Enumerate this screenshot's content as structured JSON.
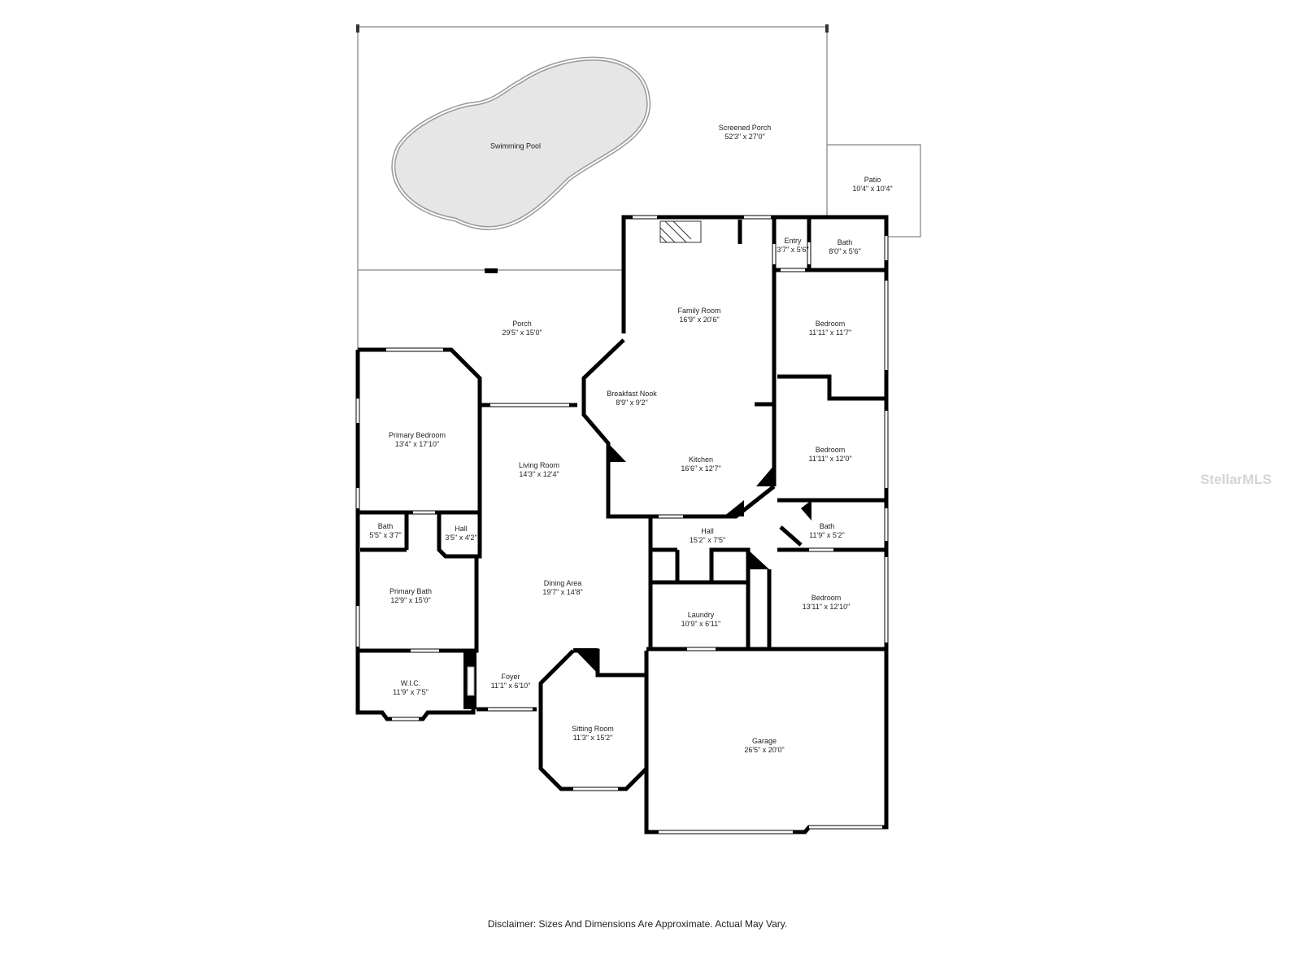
{
  "rooms": [
    {
      "name": "Screened Porch",
      "dim": "52'3\" x 27'0\""
    },
    {
      "name": "Swimming Pool",
      "dim": ""
    },
    {
      "name": "Patio",
      "dim": "10'4\" x 10'4\""
    },
    {
      "name": "Entry",
      "dim": "3'7\" x 5'6\""
    },
    {
      "name": "Bath",
      "dim": "8'0\" x 5'6\""
    },
    {
      "name": "Family Room",
      "dim": "16'9\" x 20'6\""
    },
    {
      "name": "Porch",
      "dim": "29'5\" x 15'0\""
    },
    {
      "name": "Bedroom",
      "dim": "11'11\" x 11'7\""
    },
    {
      "name": "Breakfast Nook",
      "dim": "8'9\" x 9'2\""
    },
    {
      "name": "Primary Bedroom",
      "dim": "13'4\" x 17'10\""
    },
    {
      "name": "Bedroom",
      "dim": "11'11\" x 12'0\""
    },
    {
      "name": "Living Room",
      "dim": "14'3\" x 12'4\""
    },
    {
      "name": "Kitchen",
      "dim": "16'6\" x 12'7\""
    },
    {
      "name": "Bath",
      "dim": "5'5\" x 3'7\""
    },
    {
      "name": "Hall",
      "dim": "3'5\" x 4'2\""
    },
    {
      "name": "Hall",
      "dim": "15'2\" x 7'5\""
    },
    {
      "name": "Bath",
      "dim": "11'9\" x 5'2\""
    },
    {
      "name": "Dining Area",
      "dim": "19'7\" x 14'8\""
    },
    {
      "name": "Primary Bath",
      "dim": "12'9\" x 15'0\""
    },
    {
      "name": "Bedroom",
      "dim": "13'11\" x 12'10\""
    },
    {
      "name": "Laundry",
      "dim": "10'9\" x 6'11\""
    },
    {
      "name": "W.I.C.",
      "dim": "11'9\" x 7'5\""
    },
    {
      "name": "Foyer",
      "dim": "11'1\" x 6'10\""
    },
    {
      "name": "Sitting Room",
      "dim": "11'3\" x 15'2\""
    },
    {
      "name": "Garage",
      "dim": "26'5\" x 20'0\""
    }
  ],
  "disclaimer": "Disclaimer: Sizes And Dimensions Are Approximate. Actual May Vary.",
  "watermark": "StellarMLS",
  "colors": {
    "wall": "#000000",
    "pool": "#e6e6e6",
    "window": "#bbbbbb"
  }
}
